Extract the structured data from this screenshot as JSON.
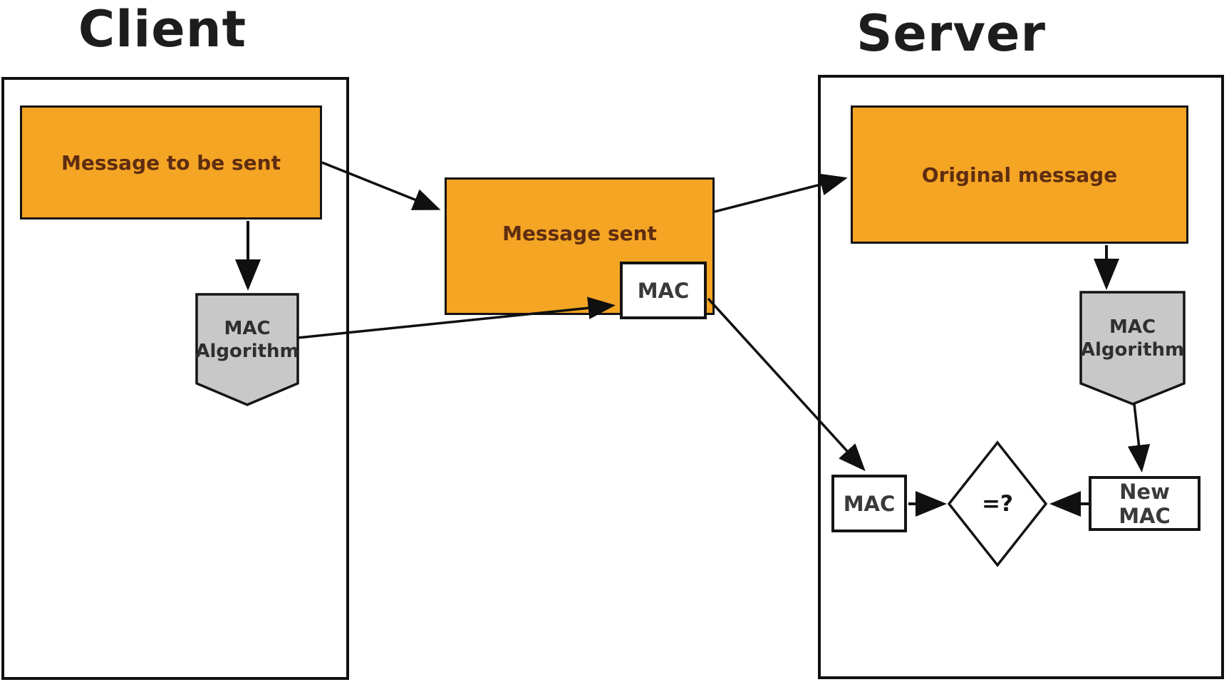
{
  "diagram": {
    "type": "flowchart",
    "topic": "MAC message authentication between client and server"
  },
  "colors": {
    "orange": "#f5a524",
    "gray": "#c8c8c8",
    "ink": "#101010",
    "brown_text": "#5e2d11",
    "label_text": "#3a3a3a",
    "background": "#ffffff"
  },
  "titles": {
    "client": "Client",
    "server": "Server"
  },
  "nodes": {
    "message_to_be_sent": "Message to be sent",
    "message_sent": "Message sent",
    "mac_attached": "MAC",
    "client_mac_algorithm_line1": "MAC",
    "client_mac_algorithm_line2": "Algorithm",
    "original_message": "Original message",
    "server_mac_algorithm_line1": "MAC",
    "server_mac_algorithm_line2": "Algorithm",
    "received_mac": "MAC",
    "new_mac": "New MAC",
    "comparison": "=?"
  }
}
